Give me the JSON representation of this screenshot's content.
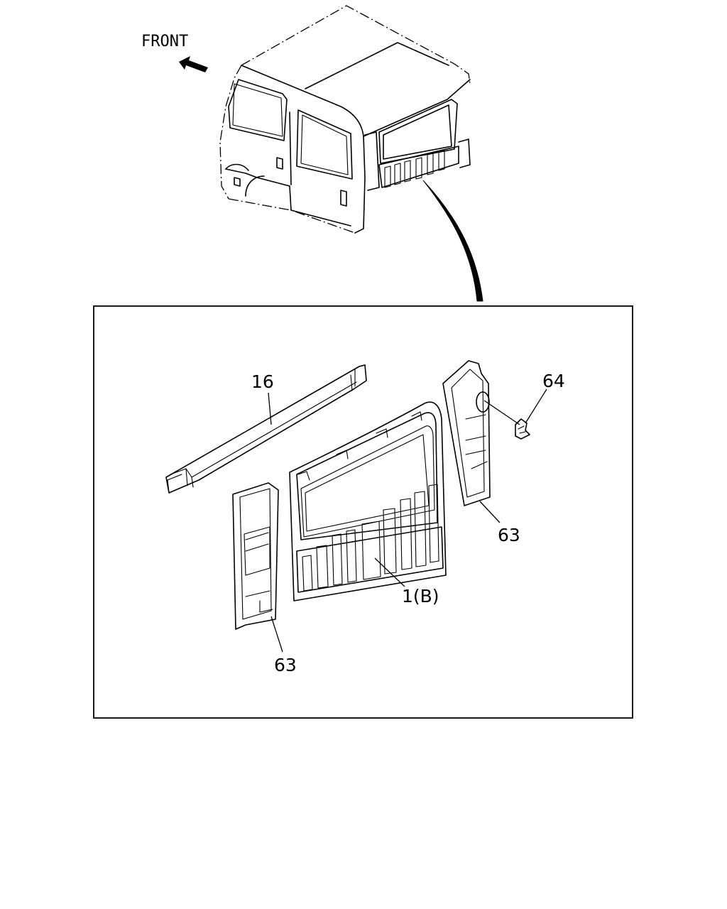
{
  "diagram": {
    "direction_label": "FRONT",
    "callouts": {
      "roof_rail": "16",
      "bracket": "64",
      "left_pillar": "63",
      "right_pillar": "63",
      "back_panel": "1(B)"
    }
  }
}
